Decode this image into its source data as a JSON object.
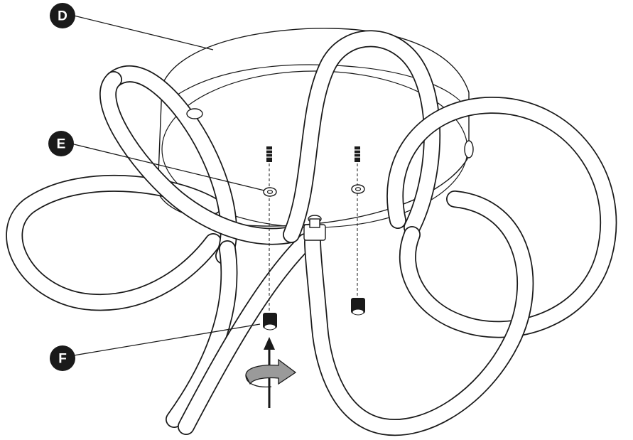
{
  "callouts": {
    "d": {
      "label": "D"
    },
    "e": {
      "label": "E"
    },
    "f": {
      "label": "F"
    }
  },
  "colors": {
    "ink": "#1a1a1a",
    "paper": "#ffffff",
    "arrow_fill": "#9a9a9a"
  },
  "icons": {
    "screw": "screw-icon",
    "washer": "washer-icon",
    "cap_nut": "cap-nut-icon",
    "rotate_arrow": "rotate-arrow-icon",
    "up_arrow": "up-arrow-icon"
  }
}
